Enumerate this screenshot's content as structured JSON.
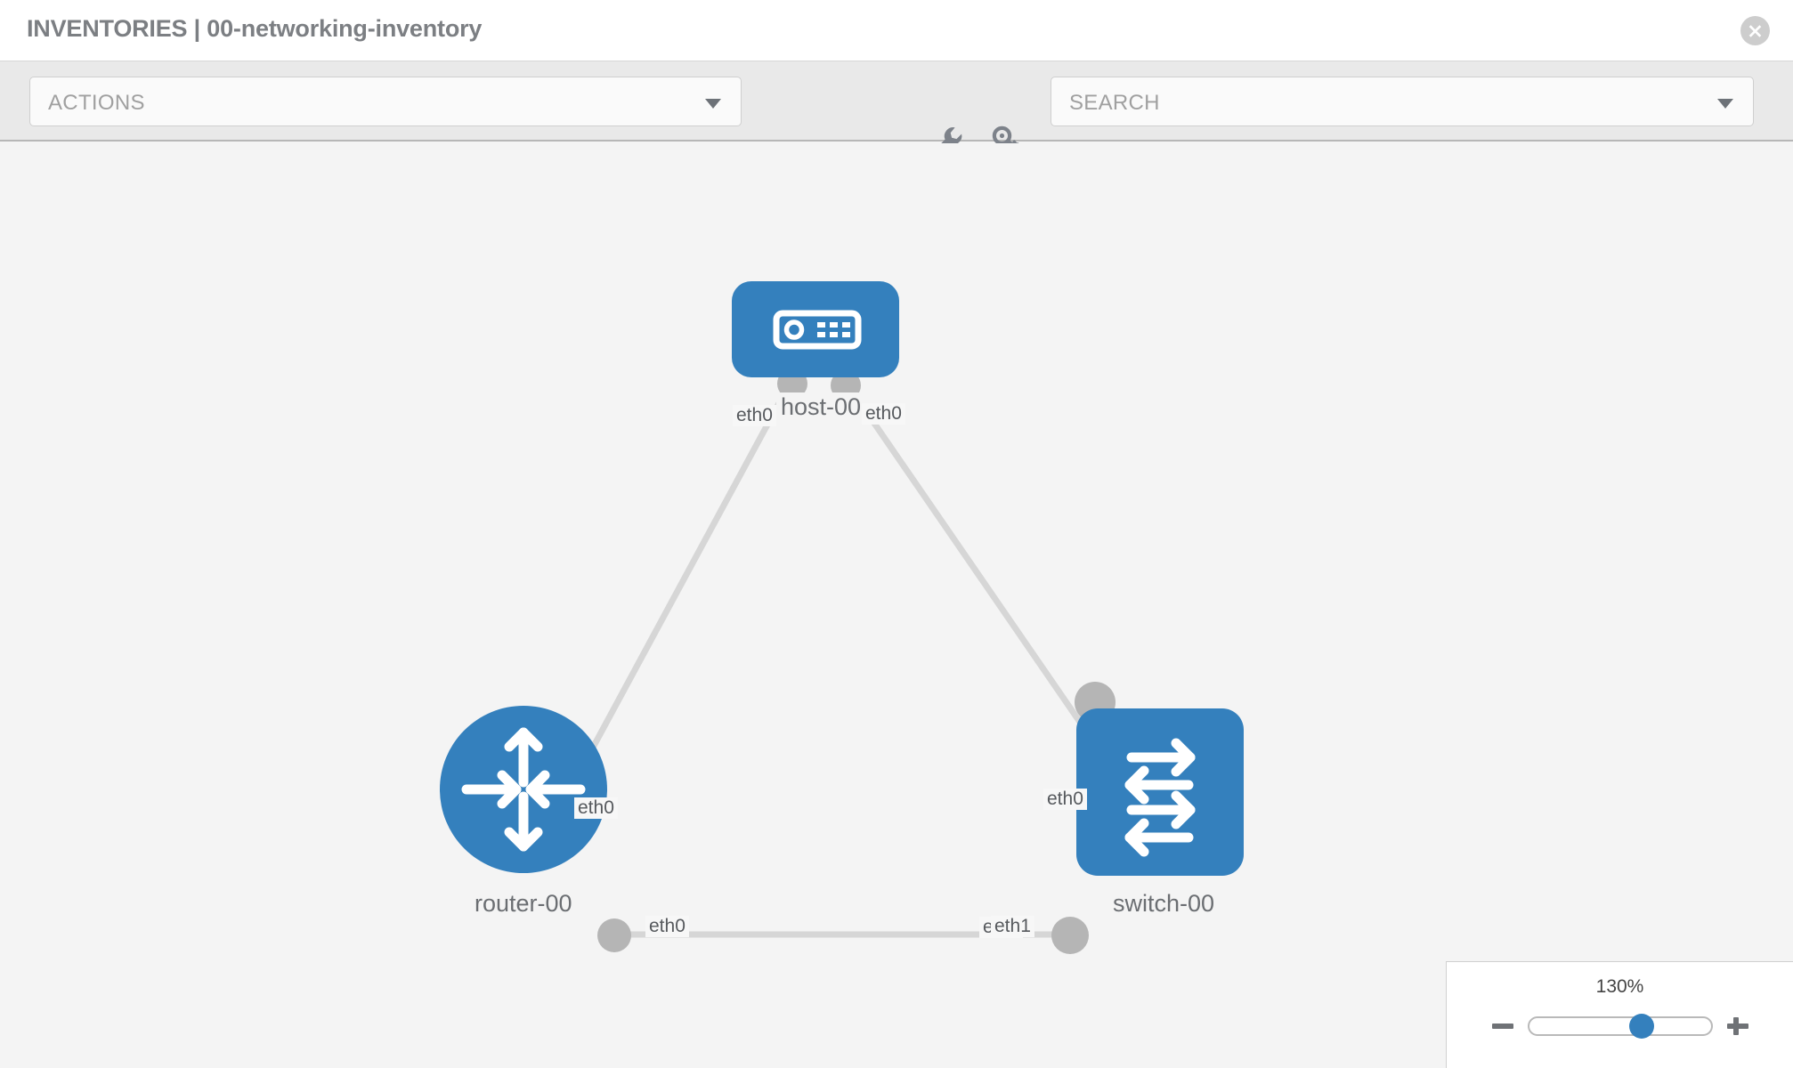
{
  "header": {
    "title": "INVENTORIES | 00-networking-inventory",
    "close_icon": "close-icon"
  },
  "toolbar": {
    "actions_label": "ACTIONS",
    "actions_caret_icon": "chevron-down-icon",
    "wrench_icon": "wrench-icon",
    "key_icon": "key-icon",
    "search_placeholder": "SEARCH",
    "search_value": "SEARCH",
    "search_caret_icon": "chevron-down-icon"
  },
  "topology": {
    "nodes": [
      {
        "id": "host-00",
        "label": "host-00",
        "type": "host",
        "icon": "server-icon",
        "color": "#3480bd"
      },
      {
        "id": "router-00",
        "label": "router-00",
        "type": "router",
        "icon": "router-arrows-icon",
        "color": "#3480bd"
      },
      {
        "id": "switch-00",
        "label": "switch-00",
        "type": "switch",
        "icon": "switch-arrows-icon",
        "color": "#3480bd"
      }
    ],
    "links": [
      {
        "from": "host-00",
        "from_interface": "eth0",
        "to": "router-00",
        "to_interface": "eth0"
      },
      {
        "from": "host-00",
        "from_interface": "eth0",
        "to": "switch-00",
        "to_interface": "eth0"
      },
      {
        "from": "router-00",
        "from_interface": "eth0",
        "to": "switch-00",
        "to_interface": "eth1"
      }
    ],
    "interface_labels": {
      "host_left": "eth0",
      "host_right": "eth0",
      "router_uplink": "eth0",
      "switch_uplink": "eth0",
      "router_right": "eth0",
      "switch_left_back": "eth0",
      "switch_left_front": "eth1"
    },
    "edge_color": "#d6d6d6",
    "connector_color": "#b5b5b5"
  },
  "zoom_control": {
    "value_label": "130%",
    "minus_label": "zoom-out",
    "plus_label": "zoom-in",
    "slider_position_percent": 62
  }
}
